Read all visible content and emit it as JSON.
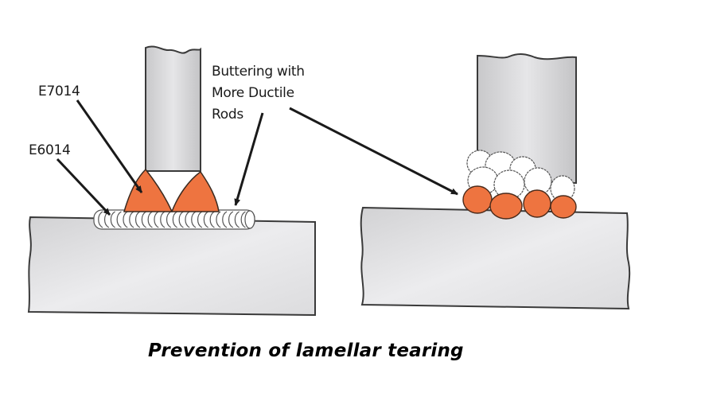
{
  "figure": {
    "caption": "Prevention of lamellar tearing",
    "colors": {
      "weld_orange": "#ee7440",
      "plate_gray": "#d7d7d9",
      "outline": "#3a3a3a",
      "bead_white": "#ffffff"
    }
  },
  "left_diagram": {
    "labels": {
      "e7014": "E7014",
      "e6014": "E6014",
      "buttering_line1": "Buttering with",
      "buttering_line2": "More Ductile",
      "buttering_line3": "Rods"
    }
  },
  "right_diagram": {
    "orange_bead_count": 4,
    "white_bead_count": 7
  }
}
